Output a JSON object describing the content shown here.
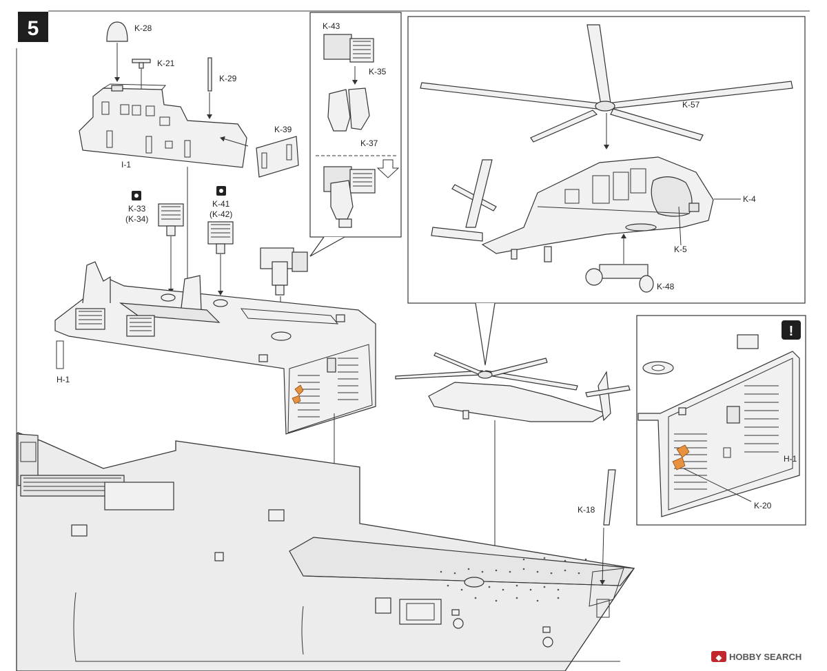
{
  "step": {
    "number": "5"
  },
  "parts": {
    "k28": "K-28",
    "k21": "K-21",
    "k29": "K-29",
    "k39": "K-39",
    "i1": "I-1",
    "k33": "K-33",
    "k34": "(K-34)",
    "k41": "K-41",
    "k42": "(K-42)",
    "k43": "K-43",
    "k35": "K-35",
    "k37": "K-37",
    "k57": "K-57",
    "k4": "K-4",
    "k5": "K-5",
    "k48": "K-48",
    "h1_main": "H-1",
    "h1_detail": "H-1",
    "k20": "K-20",
    "k18": "K-18"
  },
  "icons": {
    "warning": "!"
  },
  "watermark": {
    "text": "HOBBY SEARCH"
  },
  "colors": {
    "accent": "#e8913f",
    "badge": "#1e1e1e"
  }
}
